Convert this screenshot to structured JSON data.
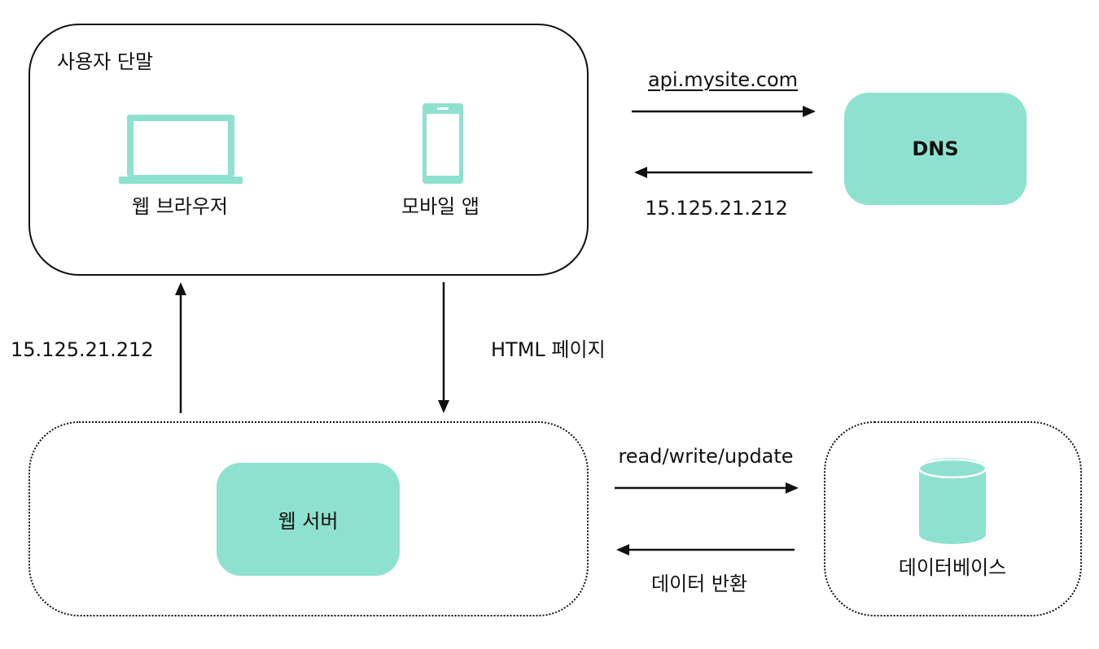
{
  "colors": {
    "accent": "#8ee1cf",
    "stroke": "#111111",
    "text": "#111111"
  },
  "client": {
    "title": "사용자 단말",
    "browser_label": "웹 브라우저",
    "mobile_label": "모바일 앱",
    "browser_icon": "laptop-icon",
    "mobile_icon": "smartphone-icon"
  },
  "dns": {
    "label": "DNS",
    "request_label": "api.mysite.com",
    "response_label": "15.125.21.212"
  },
  "web_tier": {
    "server_label": "웹 서버",
    "ip_label": "15.125.21.212",
    "html_label": "HTML 페이지"
  },
  "db_tier": {
    "label": "데이터베이스",
    "icon": "database-icon",
    "request_label": "read/write/update",
    "response_label": "데이터 반환"
  }
}
